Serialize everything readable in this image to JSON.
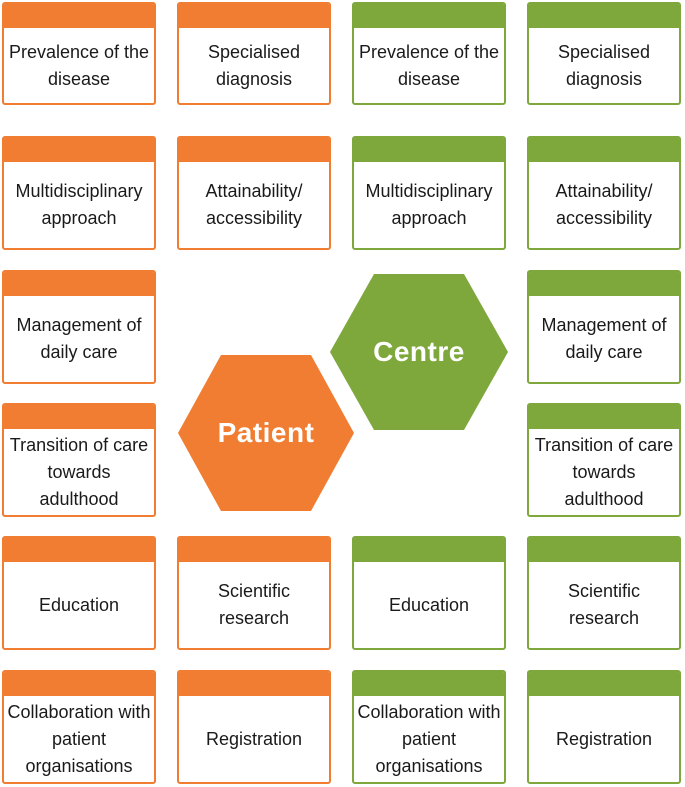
{
  "patient_cards": [
    {
      "label": "Prevalence of the disease"
    },
    {
      "label": "Specialised diagnosis"
    },
    {
      "label": "Multidisciplinary approach"
    },
    {
      "label": "Attainability/ accessibility"
    },
    {
      "label": "Management of daily care"
    },
    {
      "label": "Transition of care towards adulthood"
    },
    {
      "label": "Education"
    },
    {
      "label": "Scientific research"
    },
    {
      "label": "Collaboration with patient organisations"
    },
    {
      "label": "Registration"
    }
  ],
  "centre_cards": [
    {
      "label": "Prevalence of the disease"
    },
    {
      "label": "Specialised diagnosis"
    },
    {
      "label": "Multidisciplinary approach"
    },
    {
      "label": "Attainability/ accessibility"
    },
    {
      "label": "Management of daily care"
    },
    {
      "label": "Transition of care towards adulthood"
    },
    {
      "label": "Education"
    },
    {
      "label": "Scientific research"
    },
    {
      "label": "Collaboration with patient organisations"
    },
    {
      "label": "Registration"
    }
  ],
  "hexagons": {
    "patient": {
      "label": "Patient",
      "color": "#f07d32"
    },
    "centre": {
      "label": "Centre",
      "color": "#7ea83b"
    }
  },
  "colors": {
    "patient_accent": "#f07d32",
    "centre_accent": "#7ea83b"
  }
}
